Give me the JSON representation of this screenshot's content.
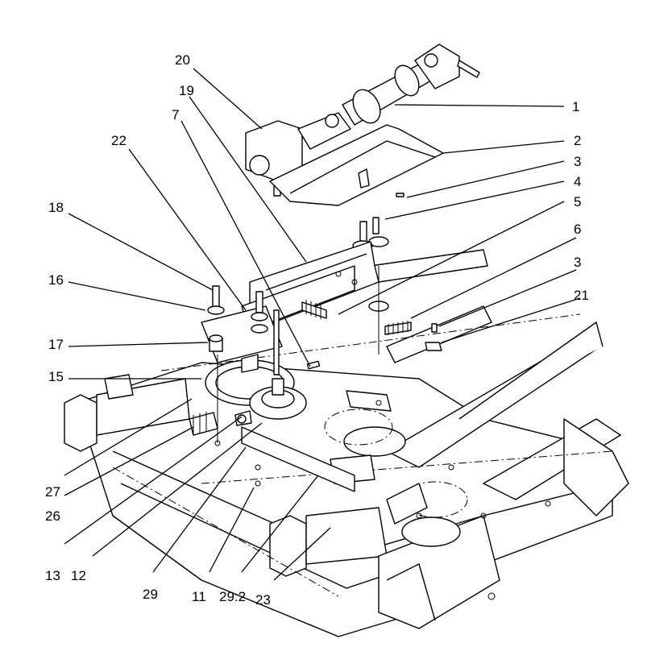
{
  "diagram": {
    "callouts": {
      "c1": "1",
      "c2": "2",
      "c3a": "3",
      "c3b": "3",
      "c4": "4",
      "c5": "5",
      "c6": "6",
      "c7": "7",
      "c11": "11",
      "c12": "12",
      "c13": "13",
      "c15": "15",
      "c16": "16",
      "c17": "17",
      "c18": "18",
      "c19": "19",
      "c20": "20",
      "c21": "21",
      "c22": "22",
      "c23": "23",
      "c26": "26",
      "c27": "27",
      "c29": "29",
      "c29b": "29:2"
    }
  }
}
